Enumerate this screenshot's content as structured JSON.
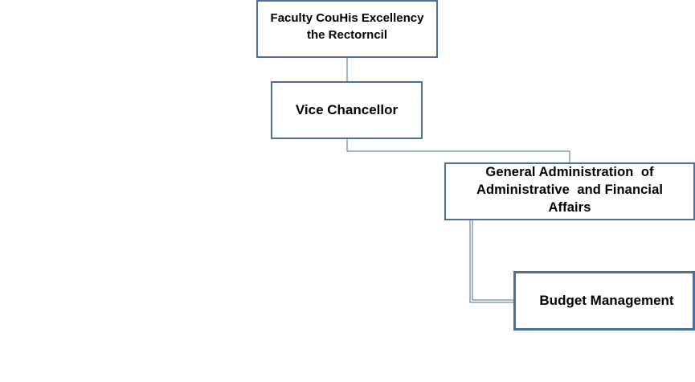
{
  "org_chart": {
    "top_box": {
      "line1": "Faculty CouHis Excellency",
      "line2": "the Rectorncil"
    },
    "vice_chancellor": {
      "label": "Vice Chancellor"
    },
    "general_administration": {
      "line1": "General Administration  of",
      "line2": "Administrative  and Financial",
      "line3": "Affairs"
    },
    "budget_management": {
      "label": "Budget Management"
    }
  },
  "colors": {
    "box_border": "#4a6fa5",
    "connector": "#4a6fa5",
    "text": "#000000",
    "background": "#ffffff"
  }
}
